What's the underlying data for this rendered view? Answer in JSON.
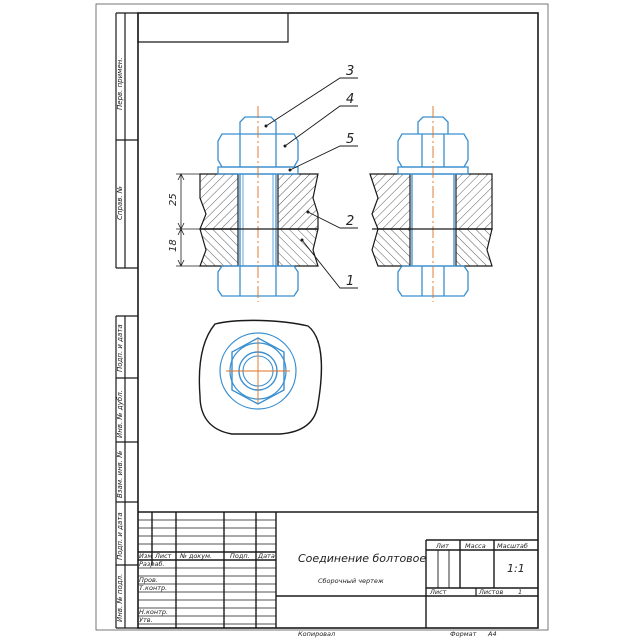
{
  "drawing": {
    "title": "Соединение болтовое",
    "subtitle": "Сборочный чертеж",
    "scale": "1:1",
    "sheets_label": "Листов",
    "sheets_count": "1",
    "sheet_label": "Лист",
    "copied_label": "Копировал",
    "format_label": "Формат",
    "format_value": "A4"
  },
  "title_block_header": {
    "lit": "Лит",
    "mass": "Масса",
    "scale": "Масштаб"
  },
  "revision_columns": [
    "Изм",
    "Лист",
    "№ докум.",
    "Подп.",
    "Дата"
  ],
  "roles": [
    "Разраб.",
    "Пров.",
    "Т.контр.",
    "",
    "Н.контр.",
    "Утв."
  ],
  "side_stamps": [
    "Перв. примен.",
    "Справ. №",
    "Подп. и дата",
    "Инв. № дубл.",
    "Взам. инв. №",
    "Подп. и дата",
    "Инв. № подл."
  ],
  "callouts": [
    "3",
    "4",
    "5",
    "2",
    "1"
  ],
  "dimensions": [
    "25",
    "18"
  ],
  "colors": {
    "line": "#1a1a1a",
    "part": "#3a8fd0",
    "axis": "#e07020",
    "hatch": "#333333"
  }
}
